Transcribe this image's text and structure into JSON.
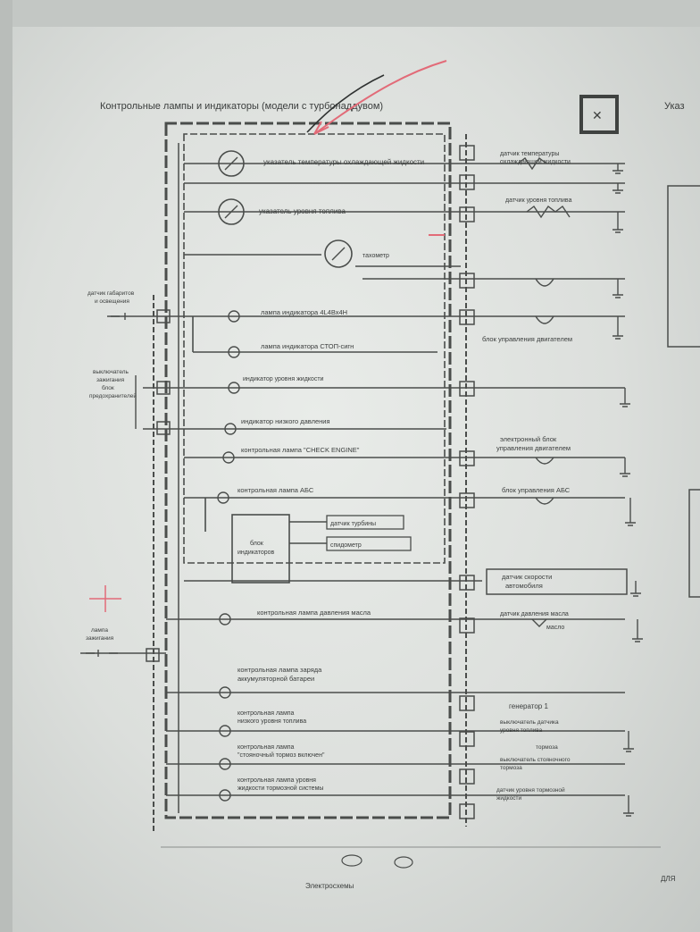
{
  "page": {
    "title": "Контрольные лампы и индикаторы (модели с турбонаддувом)",
    "right_title": "Указ",
    "footer": "Электросхемы",
    "footer_right": "ДЛЯ"
  },
  "left_labels": {
    "reverse_switch": "датчик габаритов\nи освещения",
    "ignition_switch": "выключатель\nзажигания\nблок\nпредохранителей",
    "lamp_switch": "лампа\nзажигания"
  },
  "components": {
    "temp_gauge": "указатель температуры\nохлаждающей жидкости",
    "fuel_gauge": "указатель уровня топлива",
    "tachometer": "тахометр",
    "lamp_1": "лампа индикатора 4L4Вх4Н",
    "lamp_2": "лампа индикатора СТОП-сигн",
    "lamp_3": "индикатор уровня жидкости",
    "lamp_4": "индикатор низкого давления",
    "lamp_5": "контрольная лампа \"CHECK ENGINE\"",
    "lamp_6": "контрольная лампа АБС",
    "control_unit": "блок\nиндикаторов",
    "control_out_1": "датчик турбины",
    "control_out_2": "спидометр",
    "lamp_7": "контрольная лампа давления масла",
    "lamp_8": "контрольная лампа заряда\nаккумуляторной батареи",
    "lamp_9": "контрольная лампа\nнизкого уровня топлива",
    "lamp_10": "контрольная лампа\n\"стояночный тормоз включен\"",
    "lamp_11": "контрольная лампа уровня\nжидкости тормозной системы"
  },
  "right_labels": {
    "r1": "датчик температуры\nохлаждающей жидкости",
    "r2": "датчик уровня топлива",
    "r3": "блок управления двигателем",
    "r4": "электронный блок\nуправления двигателем",
    "r5": "блок управления АБС",
    "r6": "датчик скорости\nавтомобиля",
    "r7": "датчик давления масла",
    "r7b": "масло",
    "r8": "генератор 1",
    "r9": "выключатель датчика\nуровня топлива",
    "r9b": "тормоза",
    "r10": "выключатель стояночного\nтормоза",
    "r11": "датчик уровня тормозной\nжидкости"
  }
}
